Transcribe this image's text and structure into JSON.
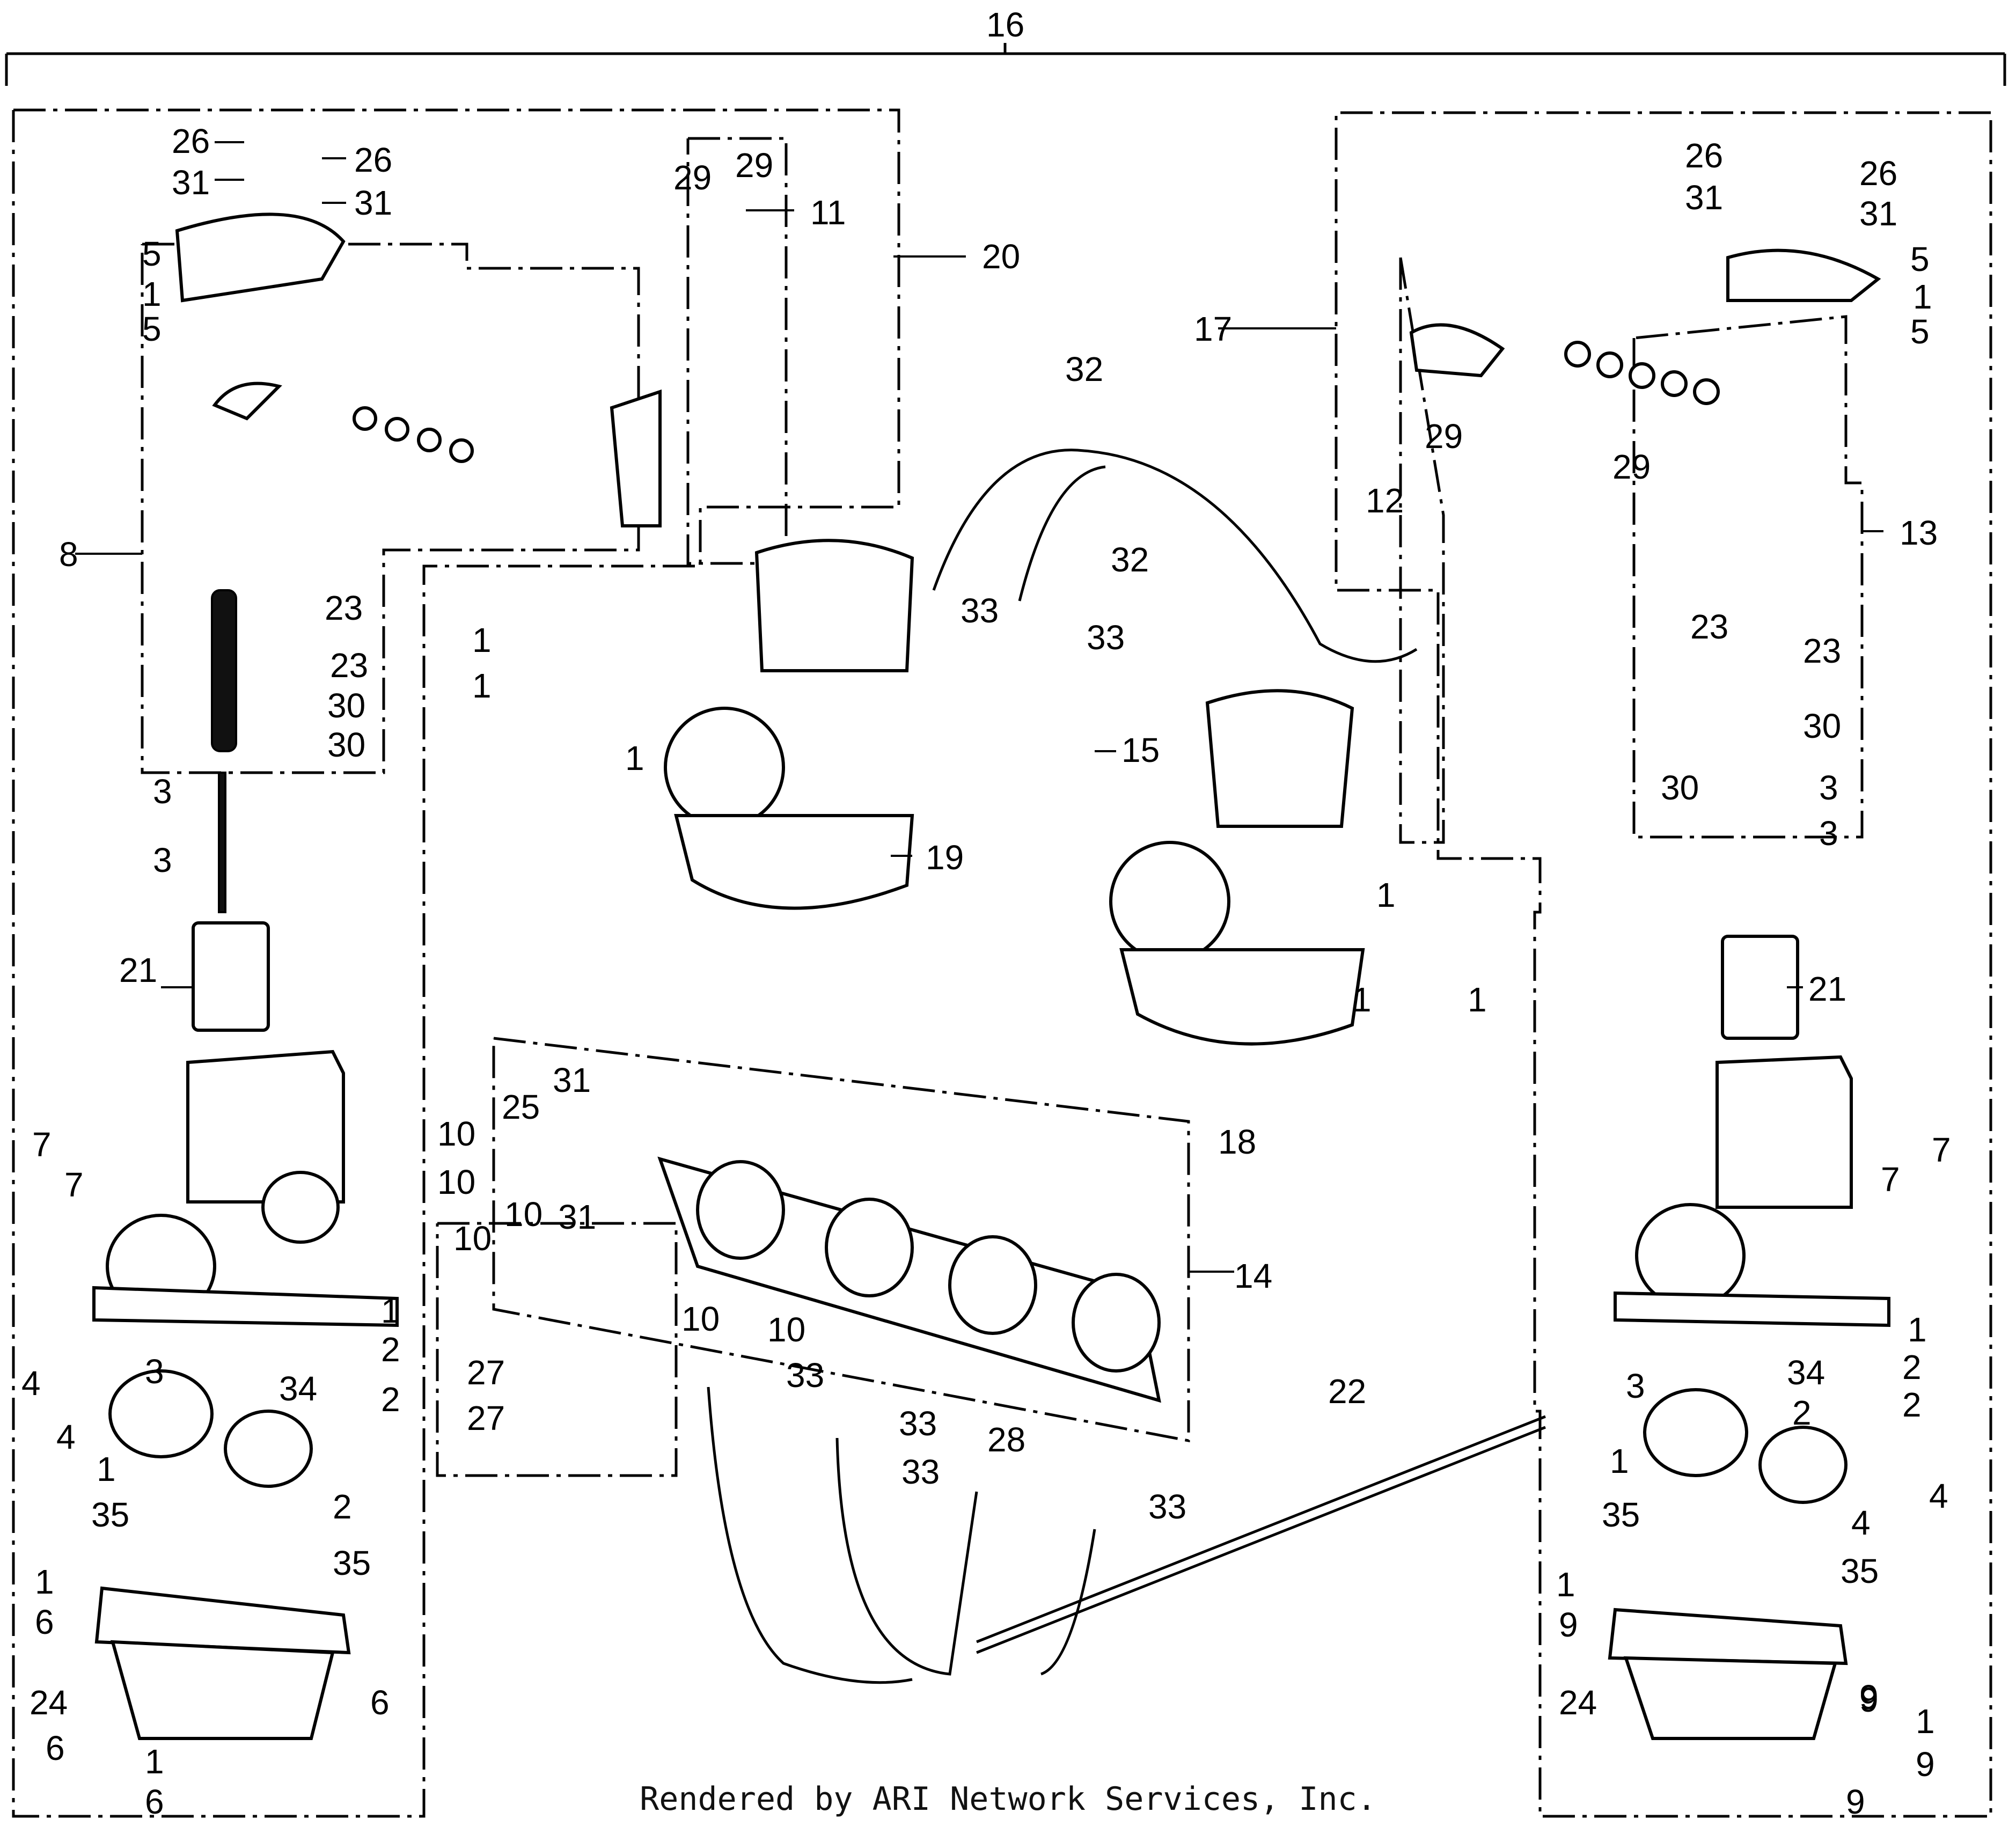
{
  "diagram": {
    "credit": "Rendered by ARI Network Services, Inc.",
    "callouts": [
      "16",
      "26",
      "31",
      "26",
      "31",
      "29",
      "29",
      "11",
      "20",
      "5",
      "1",
      "5",
      "8",
      "23",
      "23",
      "30",
      "30",
      "3",
      "3",
      "21",
      "7",
      "7",
      "1",
      "2",
      "4",
      "3",
      "34",
      "2",
      "4",
      "1",
      "35",
      "2",
      "35",
      "1",
      "6",
      "6",
      "24",
      "6",
      "1",
      "6",
      "1",
      "1",
      "1",
      "32",
      "32",
      "33",
      "33",
      "15",
      "19",
      "17",
      "29",
      "29",
      "12",
      "13",
      "26",
      "26",
      "31",
      "31",
      "5",
      "1",
      "5",
      "23",
      "23",
      "30",
      "30",
      "3",
      "3",
      "21",
      "1",
      "1",
      "1",
      "18",
      "10",
      "25",
      "31",
      "10",
      "10",
      "31",
      "10",
      "14",
      "10",
      "10",
      "27",
      "27",
      "33",
      "33",
      "33",
      "28",
      "33",
      "22",
      "7",
      "7",
      "1",
      "2",
      "3",
      "34",
      "2",
      "2",
      "1",
      "4",
      "35",
      "4",
      "35",
      "1",
      "9",
      "9",
      "24",
      "9",
      "1",
      "9",
      "9"
    ]
  }
}
